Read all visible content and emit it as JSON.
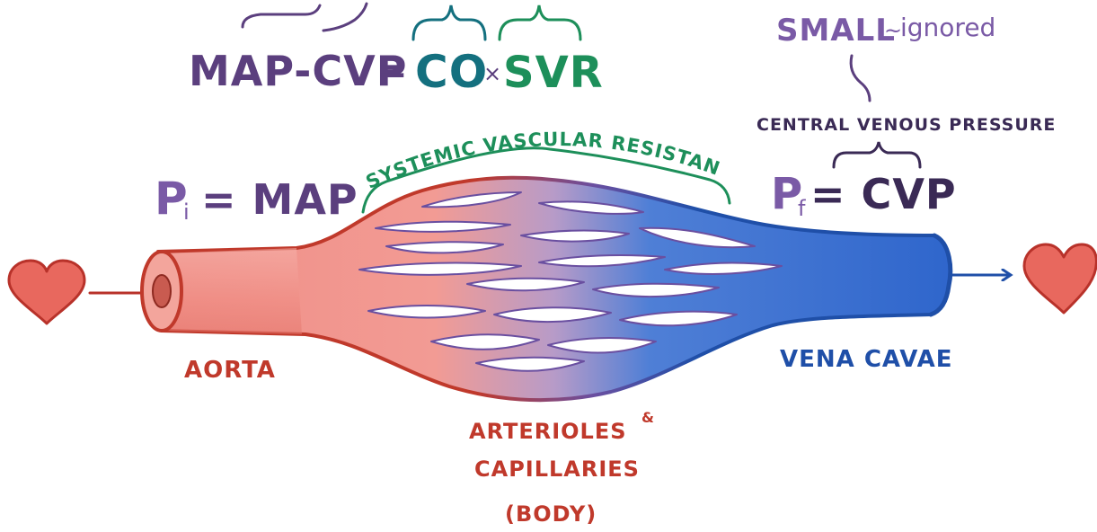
{
  "equation": {
    "lhs": "MAP-CVP",
    "equals": "=",
    "co": "CO",
    "times": "×",
    "svr": "SVR"
  },
  "note": {
    "small": "SMALL",
    "tilde": "~",
    "ignored": "ignored",
    "cvp_full": "CENTRAL VENOUS PRESSURE"
  },
  "pressures": {
    "pi_p": "P",
    "pi_sub": "i",
    "pi_rest": "= MAP",
    "pf_p": "P",
    "pf_sub": "f",
    "pf_rest": "= CVP"
  },
  "svr_label": "SYSTEMIC VASCULAR RESISTANCE",
  "labels": {
    "aorta": "AORTA",
    "vena_cavae": "VENA CAVAE",
    "arterioles_line1": "ARTERIOLES",
    "amp": "&",
    "arterioles_line2": "CAPILLARIES",
    "arterioles_line3": "(BODY)"
  },
  "colors": {
    "purple": "#5b3f7e",
    "purple_light": "#7a5aa6",
    "teal": "#14707f",
    "green": "#1d8f5a",
    "red": "#c0392b",
    "red_fill": "#f0a49c",
    "blue": "#2460b8",
    "blue_fill": "#3a6fd0",
    "heart": "#e8685e",
    "heart_stroke": "#b8322a"
  }
}
